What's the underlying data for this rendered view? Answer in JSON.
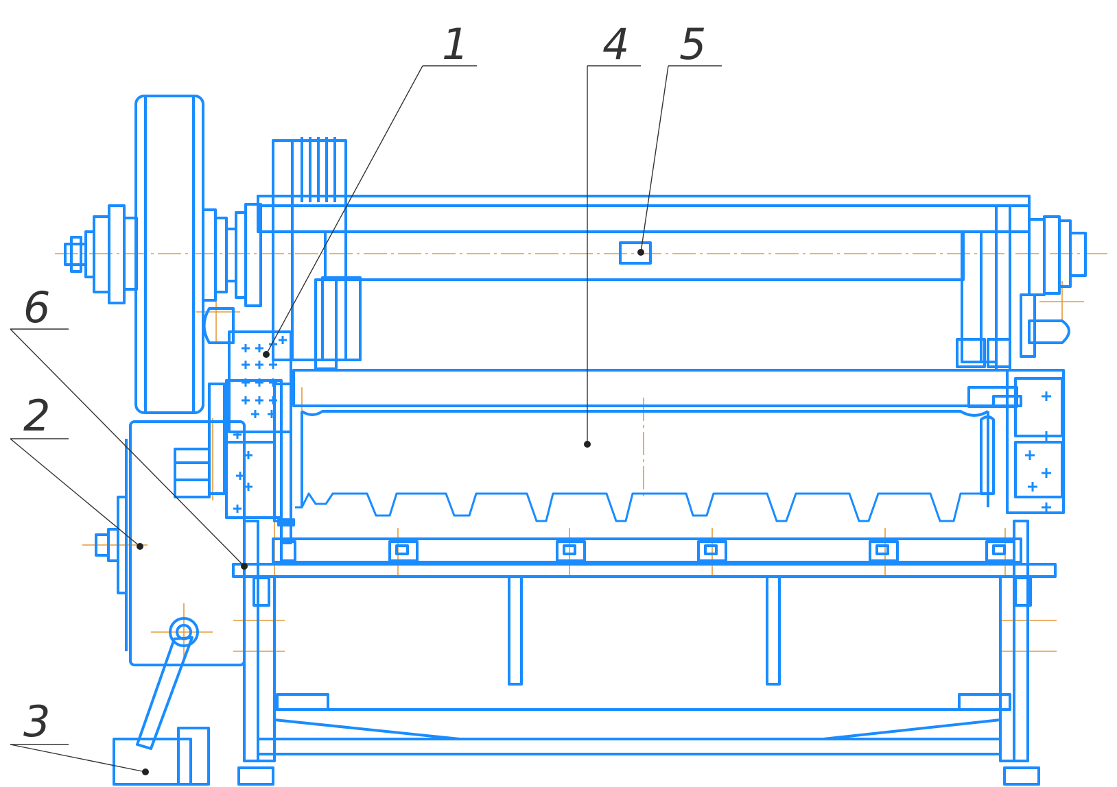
{
  "callouts": [
    {
      "id": "1",
      "label": "1"
    },
    {
      "id": "2",
      "label": "2"
    },
    {
      "id": "3",
      "label": "3"
    },
    {
      "id": "4",
      "label": "4"
    },
    {
      "id": "5",
      "label": "5"
    },
    {
      "id": "6",
      "label": "6"
    }
  ],
  "colors": {
    "outline": "#1a8cff",
    "centerline": "#e59a3a",
    "leader": "#333333"
  }
}
